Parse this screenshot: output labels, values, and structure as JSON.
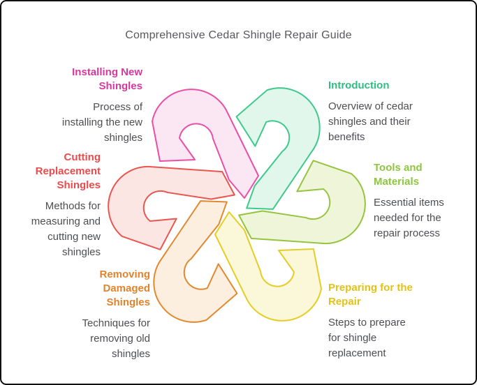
{
  "title": "Comprehensive Cedar Shingle Repair Guide",
  "colors": {
    "title_text": "#57585c",
    "body_text": "#4c4e52",
    "frame_border": "#101010",
    "background": "#ffffff"
  },
  "sections": [
    {
      "id": "installing-new-shingles",
      "heading": "Installing New\nShingles",
      "body": "Process of\ninstalling the new\nshingles",
      "heading_color": "#d6399e",
      "loop_stroke": "#ea4fa4",
      "loop_fill": "#fbe7f4"
    },
    {
      "id": "introduction",
      "heading": "Introduction",
      "body": "Overview of cedar\nshingles and their\nbenefits",
      "heading_color": "#2ebd82",
      "loop_stroke": "#3ec98c",
      "loop_fill": "#e2f7eb"
    },
    {
      "id": "tools-and-materials",
      "heading": "Tools and\nMaterials",
      "body": "Essential items\nneeded for the\nrepair process",
      "heading_color": "#8dc63f",
      "loop_stroke": "#96c43f",
      "loop_fill": "#eff5d9"
    },
    {
      "id": "preparing-for-the-repair",
      "heading": "Preparing for the\nRepair",
      "body": "Steps to prepare\nfor shingle\nreplacement",
      "heading_color": "#e2c217",
      "loop_stroke": "#e5cd26",
      "loop_fill": "#fbf7d9"
    },
    {
      "id": "removing-damaged-shingles",
      "heading": "Removing\nDamaged\nShingles",
      "body": "Techniques for\nremoving old\nshingles",
      "heading_color": "#e0832c",
      "loop_stroke": "#e2892f",
      "loop_fill": "#fcefe0"
    },
    {
      "id": "cutting-replacement-shingles",
      "heading": "Cutting\nReplacement\nShingles",
      "body": "Methods for\nmeasuring and\ncutting new\nshingles",
      "heading_color": "#e84b4b",
      "loop_stroke": "#ea5550",
      "loop_fill": "#fce6e3"
    }
  ]
}
